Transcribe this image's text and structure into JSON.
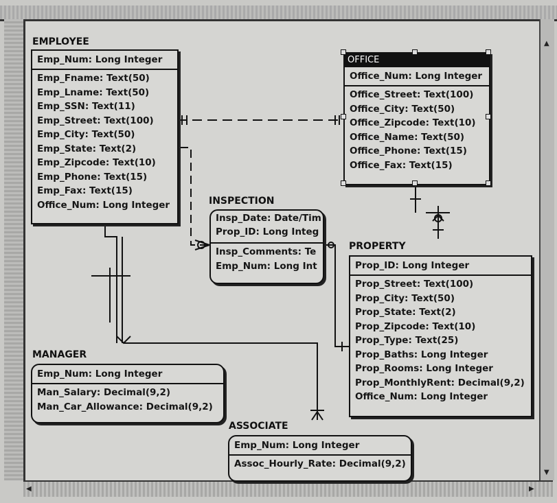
{
  "entities": {
    "employee": {
      "name": "EMPLOYEE",
      "pk": "Emp_Num: Long Integer",
      "attrs": [
        "Emp_Fname: Text(50)",
        "Emp_Lname: Text(50)",
        "Emp_SSN: Text(11)",
        "Emp_Street: Text(100)",
        "Emp_City: Text(50)",
        "Emp_State: Text(2)",
        "Emp_Zipcode: Text(10)",
        "Emp_Phone: Text(15)",
        "Emp_Fax: Text(15)",
        "Office_Num: Long Integer"
      ]
    },
    "office": {
      "name": "OFFICE",
      "pk": "Office_Num: Long Integer",
      "attrs": [
        "Office_Street: Text(100)",
        "Office_City: Text(50)",
        "Office_Zipcode: Text(10)",
        "Office_Name: Text(50)",
        "Office_Phone: Text(15)",
        "Office_Fax: Text(15)"
      ]
    },
    "inspection": {
      "name": "INSPECTION",
      "pk": [
        "Insp_Date: Date/Tim",
        "Prop_ID: Long Integ"
      ],
      "attrs": [
        "Insp_Comments: Te",
        "Emp_Num: Long Int"
      ]
    },
    "property": {
      "name": "PROPERTY",
      "pk": "Prop_ID: Long Integer",
      "attrs": [
        "Prop_Street: Text(100)",
        "Prop_City: Text(50)",
        "Prop_State: Text(2)",
        "Prop_Zipcode: Text(10)",
        "Prop_Type: Text(25)",
        "Prop_Baths: Long Integer",
        "Prop_Rooms: Long Integer",
        "Prop_MonthlyRent: Decimal(9,2)",
        "Office_Num: Long Integer"
      ]
    },
    "manager": {
      "name": "MANAGER",
      "pk": "Emp_Num: Long Integer",
      "attrs": [
        "Man_Salary: Decimal(9,2)",
        "Man_Car_Allowance: Decimal(9,2)"
      ]
    },
    "associate": {
      "name": "ASSOCIATE",
      "pk": "Emp_Num: Long Integer",
      "attrs": [
        "Assoc_Hourly_Rate: Decimal(9,2)"
      ]
    }
  }
}
